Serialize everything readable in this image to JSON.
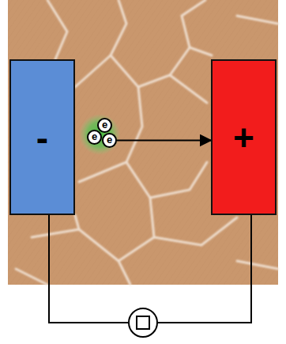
{
  "diagram": {
    "nodes": [
      {
        "text": [
          "-"
        ]
      },
      {
        "text": [
          "+"
        ]
      },
      {
        "text": [
          "e"
        ]
      },
      {
        "text": [
          "e"
        ]
      },
      {
        "text": [
          "e"
        ]
      }
    ],
    "edges": [
      {
        "from": 4,
        "to": 1,
        "arrow": "to"
      }
    ]
  }
}
